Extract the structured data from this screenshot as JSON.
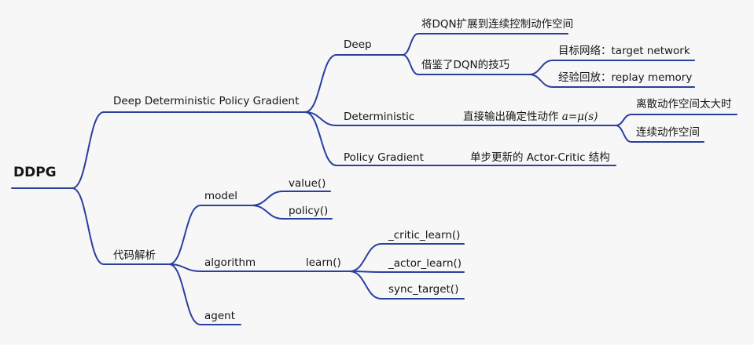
{
  "mindmap": {
    "root": "DDPG",
    "ddpg": {
      "label": "Deep Deterministic Policy Gradient",
      "deep": {
        "label": "Deep",
        "extend": "将DQN扩展到连续控制动作空间",
        "borrow": "借鉴了DQN的技巧",
        "target_net": "目标网络：target network",
        "replay": "经验回放：replay memory"
      },
      "deterministic": {
        "label": "Deterministic",
        "output": "直接输出确定性动作",
        "formula": "a=μ(s)",
        "discrete": "离散动作空间太大时",
        "continuous": "连续动作空间"
      },
      "pg": {
        "label": "Policy Gradient",
        "ac": "单步更新的 Actor-Critic 结构"
      }
    },
    "code": {
      "label": "代码解析",
      "model": {
        "label": "model",
        "value": "value()",
        "policy": "policy()"
      },
      "algorithm": {
        "label": "algorithm",
        "learn": "learn()",
        "critic": "_critic_learn()",
        "actor": "_actor_learn()",
        "sync": "sync_target()"
      },
      "agent": {
        "label": "agent"
      }
    }
  }
}
